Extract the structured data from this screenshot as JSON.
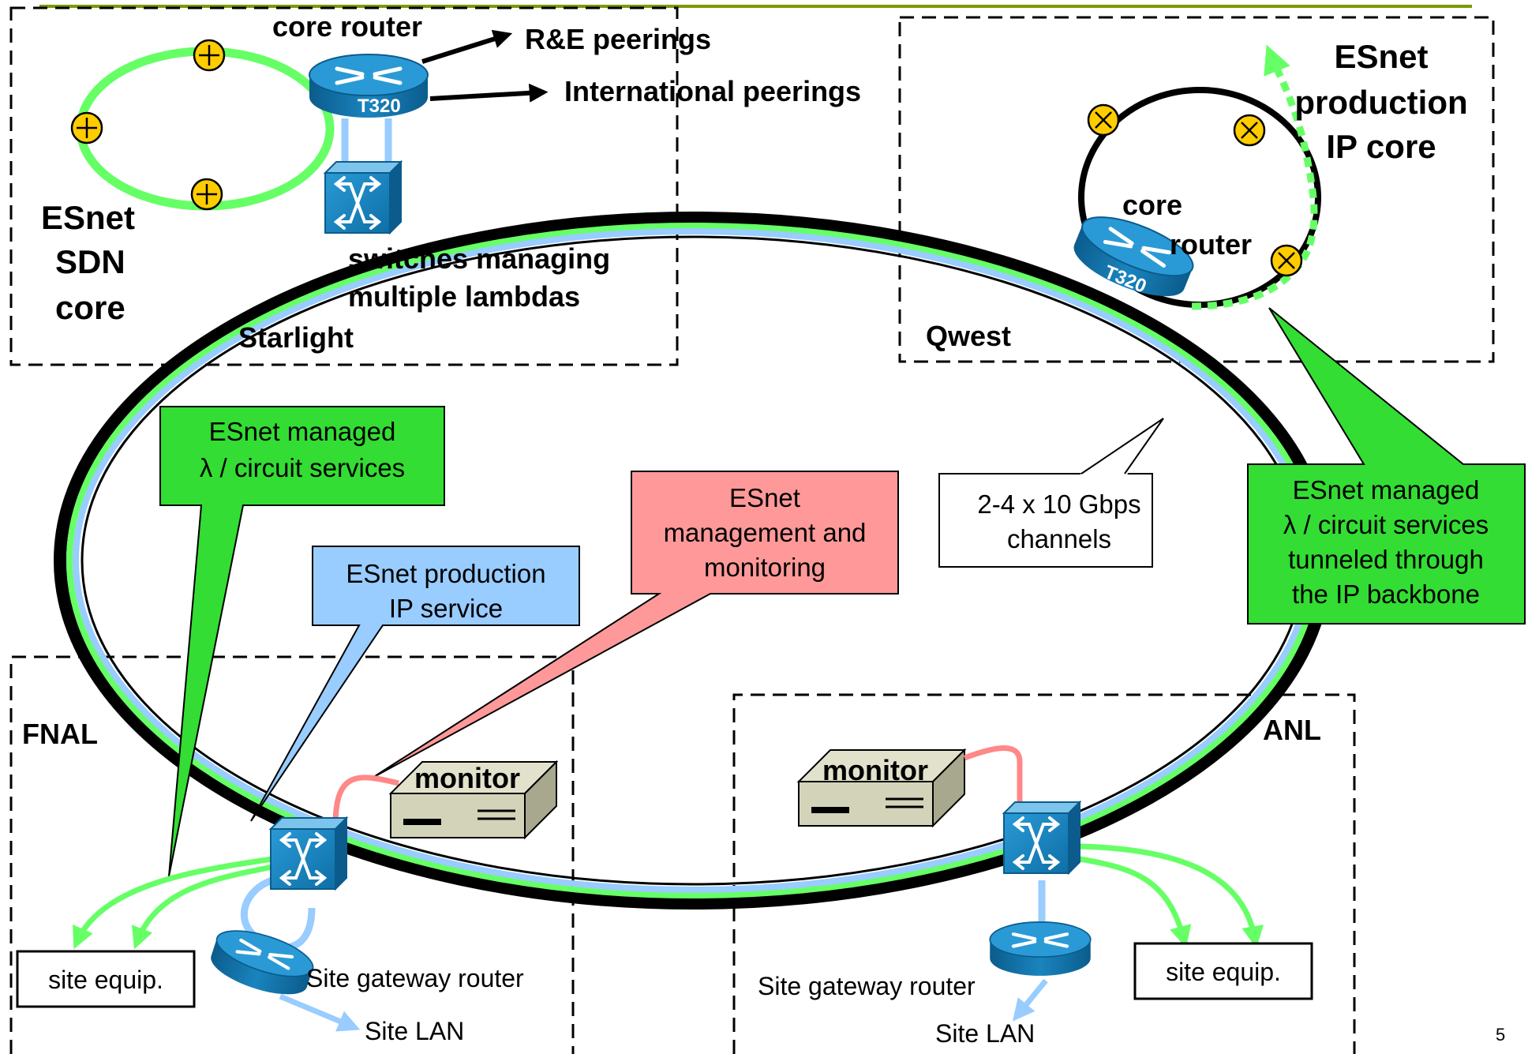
{
  "regions": {
    "starlight": {
      "sdn_title": [
        "ESnet",
        "SDN",
        "core"
      ],
      "core_router": "core router",
      "re_peerings": "R&E peerings",
      "intl_peerings": "International peerings",
      "switches": [
        "switches managing",
        "multiple lambdas"
      ],
      "site": "Starlight"
    },
    "qwest": {
      "title": [
        "ESnet",
        "production",
        "IP core"
      ],
      "core_router": [
        "core",
        "router"
      ],
      "site": "Qwest"
    },
    "fnal": {
      "site": "FNAL",
      "monitor": "monitor",
      "site_equip": "site equip.",
      "gateway": "Site gateway router",
      "lan": "Site LAN"
    },
    "anl": {
      "site": "ANL",
      "monitor": "monitor",
      "site_equip": "site equip.",
      "gateway": "Site gateway router",
      "lan": "Site LAN"
    }
  },
  "device_labels": {
    "t320_a": "T320",
    "t320_b": "T320"
  },
  "callouts": {
    "green_left": [
      "ESnet managed",
      "λ / circuit services"
    ],
    "blue": [
      "ESnet production",
      "IP service"
    ],
    "red": [
      "ESnet",
      "management and",
      "monitoring"
    ],
    "channels": [
      "2-4 x 10 Gbps",
      "channels"
    ],
    "green_right": [
      "ESnet managed",
      "λ / circuit services",
      "tunneled through",
      "the IP backbone"
    ]
  },
  "page_number": "5",
  "colors": {
    "lambda_green": "#66FF66",
    "callout_green": "#33DD33",
    "ip_blue": "#99CCFF",
    "mgmt_red": "#FF9999",
    "router_blue": "#1A7FB5",
    "accent_rule": "#7A9A01"
  }
}
